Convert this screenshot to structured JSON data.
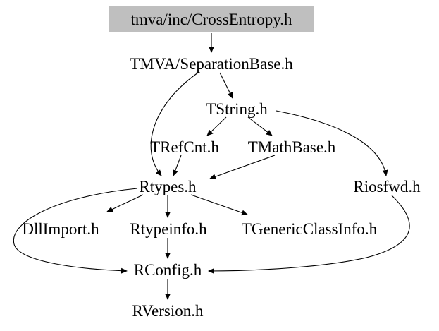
{
  "diagram": {
    "type": "include-dependency-graph",
    "highlight_color": "#bfbfbf",
    "edge_color": "#000000",
    "text_color": "#000000",
    "nodes": [
      {
        "id": "crossentropy",
        "label": "tmva/inc/CrossEntropy.h",
        "highlighted": true
      },
      {
        "id": "separationbase",
        "label": "TMVA/SeparationBase.h"
      },
      {
        "id": "tstring",
        "label": "TString.h"
      },
      {
        "id": "trefcnt",
        "label": "TRefCnt.h"
      },
      {
        "id": "tmathbase",
        "label": "TMathBase.h"
      },
      {
        "id": "rtypes",
        "label": "Rtypes.h"
      },
      {
        "id": "riosfwd",
        "label": "Riosfwd.h"
      },
      {
        "id": "dllimport",
        "label": "DllImport.h"
      },
      {
        "id": "rtypeinfo",
        "label": "Rtypeinfo.h"
      },
      {
        "id": "tgenericclassinfo",
        "label": "TGenericClassInfo.h"
      },
      {
        "id": "rconfig",
        "label": "RConfig.h"
      },
      {
        "id": "rversion",
        "label": "RVersion.h"
      }
    ],
    "edges": [
      {
        "from": "tmva/inc/CrossEntropy.h",
        "to": "TMVA/SeparationBase.h"
      },
      {
        "from": "TMVA/SeparationBase.h",
        "to": "TString.h"
      },
      {
        "from": "TMVA/SeparationBase.h",
        "to": "Rtypes.h"
      },
      {
        "from": "TString.h",
        "to": "TRefCnt.h"
      },
      {
        "from": "TString.h",
        "to": "TMathBase.h"
      },
      {
        "from": "TString.h",
        "to": "Riosfwd.h"
      },
      {
        "from": "TRefCnt.h",
        "to": "Rtypes.h"
      },
      {
        "from": "TMathBase.h",
        "to": "Rtypes.h"
      },
      {
        "from": "Rtypes.h",
        "to": "DllImport.h"
      },
      {
        "from": "Rtypes.h",
        "to": "Rtypeinfo.h"
      },
      {
        "from": "Rtypes.h",
        "to": "TGenericClassInfo.h"
      },
      {
        "from": "Rtypes.h",
        "to": "RConfig.h"
      },
      {
        "from": "Rtypeinfo.h",
        "to": "RConfig.h"
      },
      {
        "from": "Riosfwd.h",
        "to": "RConfig.h"
      },
      {
        "from": "RConfig.h",
        "to": "RVersion.h"
      }
    ]
  }
}
